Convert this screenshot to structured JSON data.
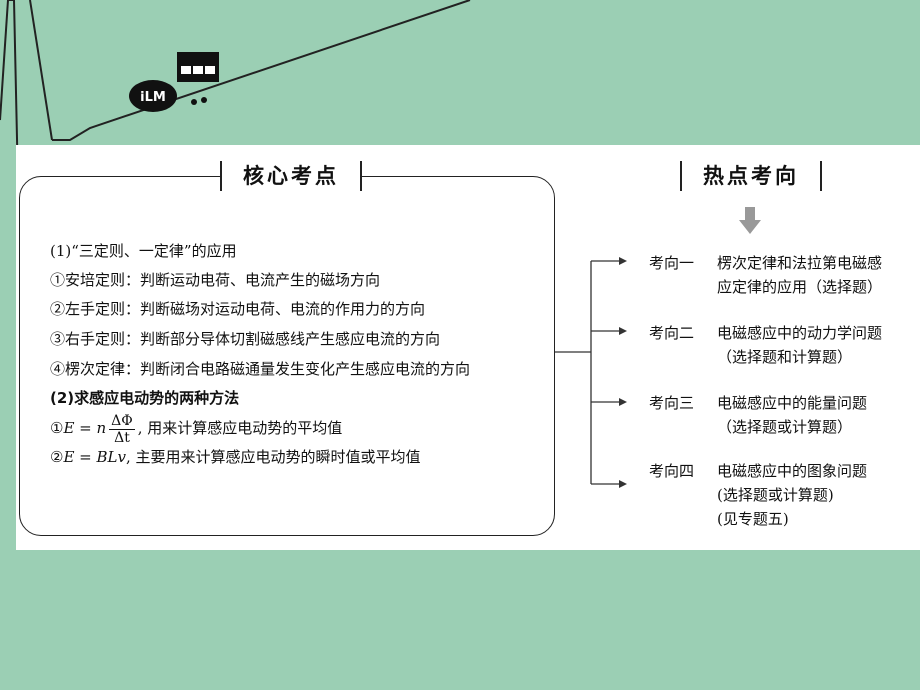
{
  "left_header": "核心考点",
  "right_header": "热点考向",
  "core": {
    "title1": "(1)“三定则、一定律”的应用",
    "items": [
      "①安培定则：判断运动电荷、电流产生的磁场方向",
      "②左手定则：判断磁场对运动电荷、电流的作用力的方向",
      "③右手定则：判断部分导体切割磁感线产生感应电流的方向",
      "④楞次定律：判断闭合电路磁通量发生变化产生感应电流的方向"
    ],
    "title2": "(2)求感应电动势的两种方法",
    "formula1_prefix": "①",
    "formula1_lhs": "E = n",
    "formula1_num": "ΔΦ",
    "formula1_den": "Δt",
    "formula1_suffix": ", 用来计算感应电动势的平均值",
    "formula2_prefix": "②",
    "formula2_lhs": "E = BLv",
    "formula2_suffix": ", 主要用来计算感应电动势的瞬时值或平均值"
  },
  "directions": [
    {
      "label": "考向一",
      "line1": "楞次定律和法拉第电磁感",
      "line2": "应定律的应用（选择题）",
      "line3": ""
    },
    {
      "label": "考向二",
      "line1": "电磁感应中的动力学问题",
      "line2": "（选择题和计算题）",
      "line3": ""
    },
    {
      "label": "考向三",
      "line1": "电磁感应中的能量问题",
      "line2": "（选择题或计算题）",
      "line3": ""
    },
    {
      "label": "考向四",
      "line1": "电磁感应中的图象问题",
      "line2": "(选择题或计算题)",
      "line3": "(见专题五)"
    }
  ],
  "logo_text": "iLM",
  "colors": {
    "background": "#9bcfb4",
    "panel": "#ffffff",
    "arrow": "#999999"
  }
}
